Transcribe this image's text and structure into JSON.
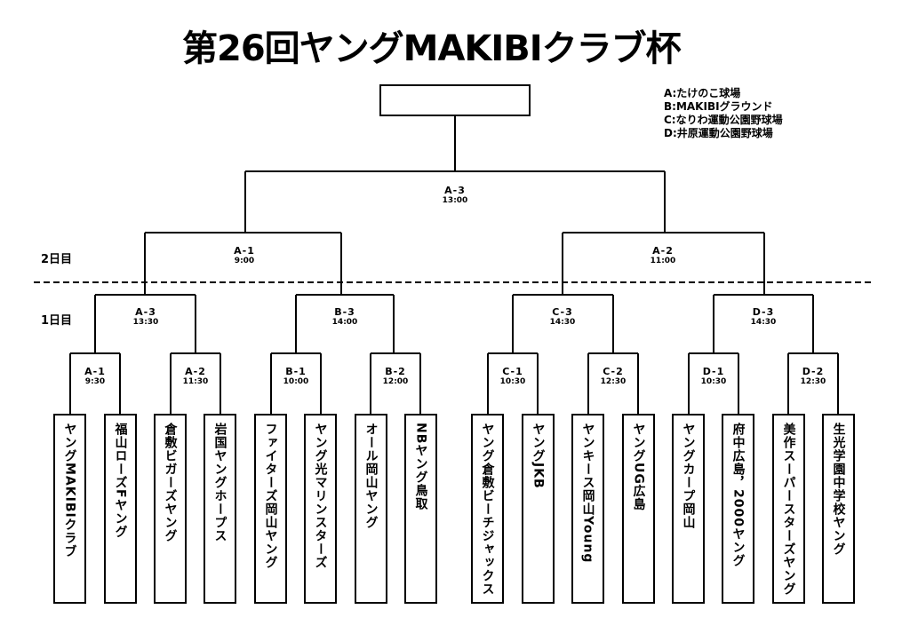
{
  "title": "第26回ヤングMAKIBIクラブ杯",
  "venues": [
    "A:たけのこ球場",
    "B:MAKIBIグラウンド",
    "C:なりわ運動公園野球場",
    "D:井原運動公園野球場"
  ],
  "day_labels": {
    "day2": "2日目",
    "day1": "1日目"
  },
  "matches": {
    "final": {
      "id": "A-3",
      "time": "13:00"
    },
    "semi_left": {
      "id": "A-1",
      "time": "9:00"
    },
    "semi_right": {
      "id": "A-2",
      "time": "11:00"
    },
    "q1": {
      "id": "A-3",
      "time": "13:30"
    },
    "q2": {
      "id": "B-3",
      "time": "14:00"
    },
    "q3": {
      "id": "C-3",
      "time": "14:30"
    },
    "q4": {
      "id": "D-3",
      "time": "14:30"
    },
    "r1": {
      "id": "A-1",
      "time": "9:30"
    },
    "r2": {
      "id": "A-2",
      "time": "11:30"
    },
    "r3": {
      "id": "B-1",
      "time": "10:00"
    },
    "r4": {
      "id": "B-2",
      "time": "12:00"
    },
    "r5": {
      "id": "C-1",
      "time": "10:30"
    },
    "r6": {
      "id": "C-2",
      "time": "12:30"
    },
    "r7": {
      "id": "D-1",
      "time": "10:30"
    },
    "r8": {
      "id": "D-2",
      "time": "12:30"
    }
  },
  "teams": [
    "ヤングMAKIBIクラブ",
    "福山ローズFヤング",
    "倉敷ビガーズヤング",
    "岩国ヤングホープス",
    "ファイターズ岡山ヤング",
    "ヤング光マリンスターズ",
    "オール岡山ヤング",
    "NBヤング鳥取",
    "ヤング倉敷ビーチジャックス",
    "ヤングJKB",
    "ヤンキース岡山Young",
    "ヤングUG広島",
    "ヤングカープ岡山",
    "府中広島，2000ヤング",
    "美作スーパースターズヤング",
    "生光学園中学校ヤング"
  ]
}
